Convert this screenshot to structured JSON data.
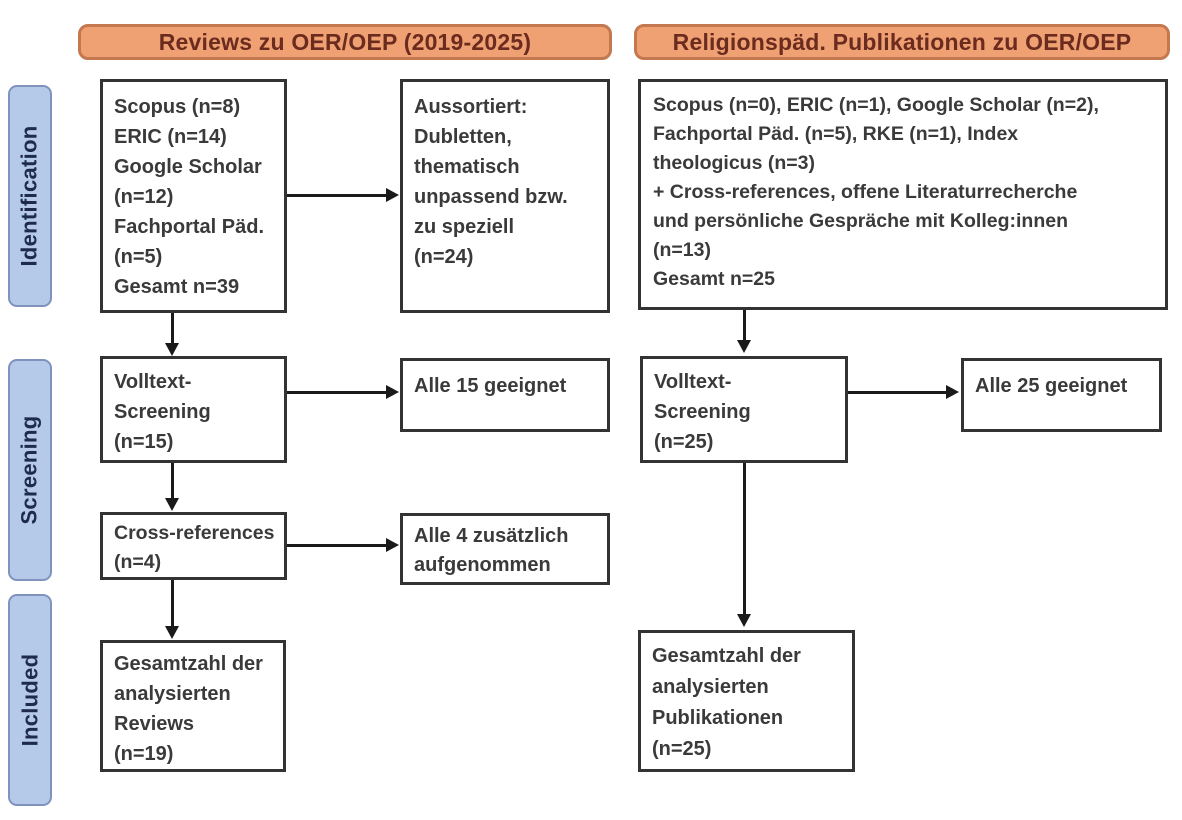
{
  "colors": {
    "background": "#FFFFFF",
    "header_fill": "#F0A173",
    "header_border": "#C4784F",
    "header_text": "#6B2B1E",
    "stage_fill": "#B5CAE9",
    "stage_border": "#8092BE",
    "stage_text": "#1E2B4F",
    "box_border": "#333333",
    "box_text": "#3A3A3A",
    "arrow": "#1A1A1A"
  },
  "headers": {
    "reviews": "Reviews zu OER/OEP (2019-2025)",
    "religionspaed": "Religionspäd. Publikationen zu OER/OEP"
  },
  "stages": {
    "identification": "Identification",
    "screening": "Screening",
    "included": "Included"
  },
  "boxes": {
    "reviews_sources": "Scopus (n=8)\nERIC (n=14)\nGoogle Scholar\n(n=12)\nFachportal Päd.\n(n=5)\nGesamt n=39",
    "reviews_excluded": "Aussortiert:\nDubletten,\nthematisch\nunpassend bzw.\nzu speziell\n(n=24)",
    "reviews_fulltext": "Volltext-\nScreening\n(n=15)",
    "reviews_fulltext_result": "Alle 15 geeignet",
    "reviews_crossref": "Cross-references\n(n=4)",
    "reviews_crossref_result": "Alle 4 zusätzlich\naufgenommen",
    "reviews_included": "Gesamtzahl der\nanalysierten\nReviews\n(n=19)",
    "relpaed_sources": "Scopus (n=0), ERIC (n=1), Google Scholar (n=2),\nFachportal Päd. (n=5), RKE (n=1), Index\ntheologicus (n=3)\n+ Cross-references, offene Literaturrecherche\nund persönliche Gespräche mit Kolleg:innen\n(n=13)\nGesamt n=25",
    "relpaed_fulltext": "Volltext-\nScreening\n(n=25)",
    "relpaed_fulltext_result": "Alle 25 geeignet",
    "relpaed_included": "Gesamtzahl der\nanalysierten\nPublikationen\n(n=25)"
  }
}
